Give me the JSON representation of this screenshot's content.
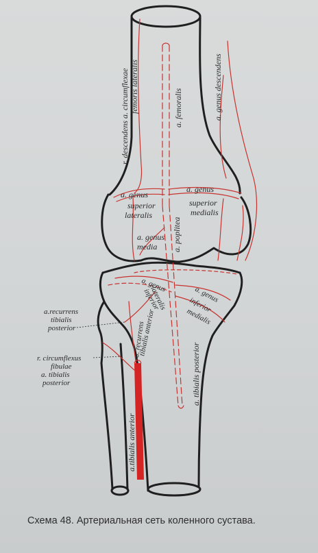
{
  "labels": {
    "r_descendens_1": "r. descendens a. circumflexae",
    "r_descendens_2": "femoris lateralis",
    "a_femoralis": "a. femoralis",
    "a_genus_descendens": "a. genus descendens",
    "a_genus_left": "a. genus",
    "a_genus_right": "a. genus",
    "superior_lateralis_1": "superior",
    "superior_lateralis_2": "lateralis",
    "superior_medialis_1": "superior",
    "superior_medialis_2": "medialis",
    "genus_media_1": "a. genus",
    "genus_media_2": "media",
    "a_poplitea": "a. poplitea",
    "inferior_lateralis_1": "a. genus",
    "inferior_lateralis_2": "inferior",
    "inferior_lateralis_3": "lateralis",
    "inferior_medialis_1": "a. genus",
    "inferior_medialis_2": "inferior",
    "inferior_medialis_3": "medialis",
    "recurrens_ant_1": "a. recurrens",
    "recurrens_ant_2": "tibialis anterior",
    "recurrens_post_1": "a.recurrens",
    "recurrens_post_2": "tibialis",
    "recurrens_post_3": "posterior",
    "circumflexus_1": "r. circumflexus",
    "circumflexus_2": "fibulae",
    "circumflexus_3": "a. tibialis",
    "circumflexus_4": "posterior",
    "tibialis_posterior": "a. tibialis posterior",
    "tibialis_anterior": "a.tibialis anterior"
  },
  "caption": "Схема 48. Артериальная сеть коленного сустава.",
  "colors": {
    "artery": "#c8322e",
    "artery_solid": "#d42424",
    "bone_outline": "#1f1f1f"
  }
}
